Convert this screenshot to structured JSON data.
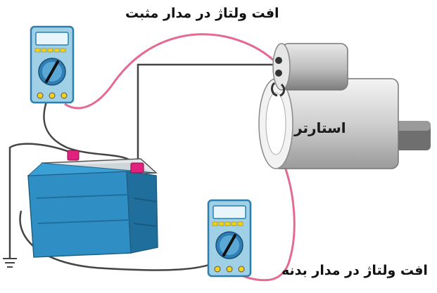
{
  "labels": {
    "positive_circuit": "افت ولتاژ در مدار مثبت",
    "ground_circuit": "افت ولتاژ در مدار بدنه",
    "starter": "استارتر"
  },
  "icons": {
    "meter": "multimeter-icon",
    "battery": "battery-icon",
    "starter": "starter-motor-icon",
    "ground": "ground-symbol-icon"
  },
  "colors": {
    "meter_body": "#9fd0e6",
    "meter_frame": "#2b7fb0",
    "battery": "#2f8fc4",
    "terminal": "#e0217e",
    "red_wire": "#e36b8f",
    "black_wire": "#444444",
    "starter_body": "#dcdcdc"
  }
}
